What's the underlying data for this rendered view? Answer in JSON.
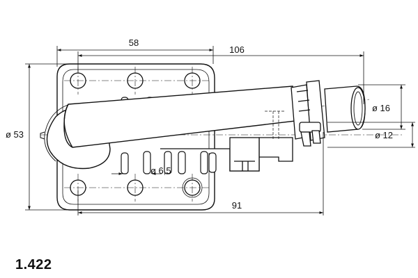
{
  "drawing": {
    "part_number": "1.422",
    "dimensions": {
      "width_58": "58",
      "width_106": "106",
      "length_91": "91",
      "diameter_53": "ø 53",
      "diameter_16": "ø 16",
      "diameter_12": "ø 12",
      "diameter_6_5": "ø 6,5"
    },
    "line_color": "#111111"
  }
}
